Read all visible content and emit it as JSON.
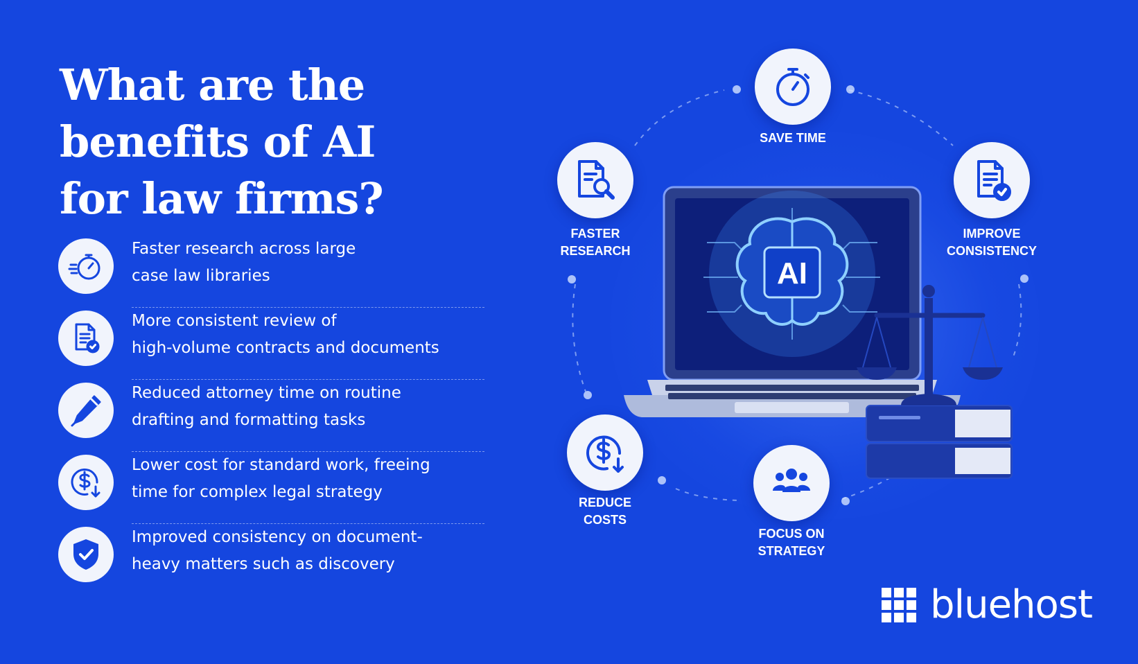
{
  "title_lines": [
    "What are the",
    "benefits of AI",
    "for law firms?"
  ],
  "benefits": [
    {
      "icon": "stopwatch-icon",
      "lines": [
        "Faster research across large",
        "case law libraries"
      ]
    },
    {
      "icon": "document-check-icon",
      "lines": [
        "More consistent review of",
        "high-volume contracts and documents"
      ]
    },
    {
      "icon": "pen-icon",
      "lines": [
        "Reduced attorney time on routine",
        "drafting and formatting tasks"
      ]
    },
    {
      "icon": "dollar-down-icon",
      "lines": [
        "Lower cost for standard work, freeing",
        "time for complex legal strategy"
      ]
    },
    {
      "icon": "shield-check-icon",
      "lines": [
        "Improved consistency on document-",
        "heavy matters such as discovery"
      ]
    }
  ],
  "diagram": {
    "center_label": "AI",
    "nodes": [
      {
        "id": "save-time",
        "icon": "stopwatch-icon",
        "lines": [
          "SAVE TIME"
        ]
      },
      {
        "id": "improve-consistency",
        "icon": "document-check-icon",
        "lines": [
          "IMPROVE",
          "CONSISTENCY"
        ]
      },
      {
        "id": "focus-on-strategy",
        "icon": "people-icon",
        "lines": [
          "FOCUS ON",
          "STRATEGY"
        ]
      },
      {
        "id": "reduce-costs",
        "icon": "dollar-down-icon",
        "lines": [
          "REDUCE",
          "COSTS"
        ]
      },
      {
        "id": "faster-research",
        "icon": "document-search-icon",
        "lines": [
          "FASTER",
          "RESEARCH"
        ]
      }
    ]
  },
  "brand": {
    "name": "bluehost",
    "logo_icon": "grid-logo-icon"
  },
  "colors": {
    "background": "#1546df",
    "icon_circle": "#f1f4fc",
    "icon_stroke": "#1546df",
    "text": "#ffffff"
  }
}
